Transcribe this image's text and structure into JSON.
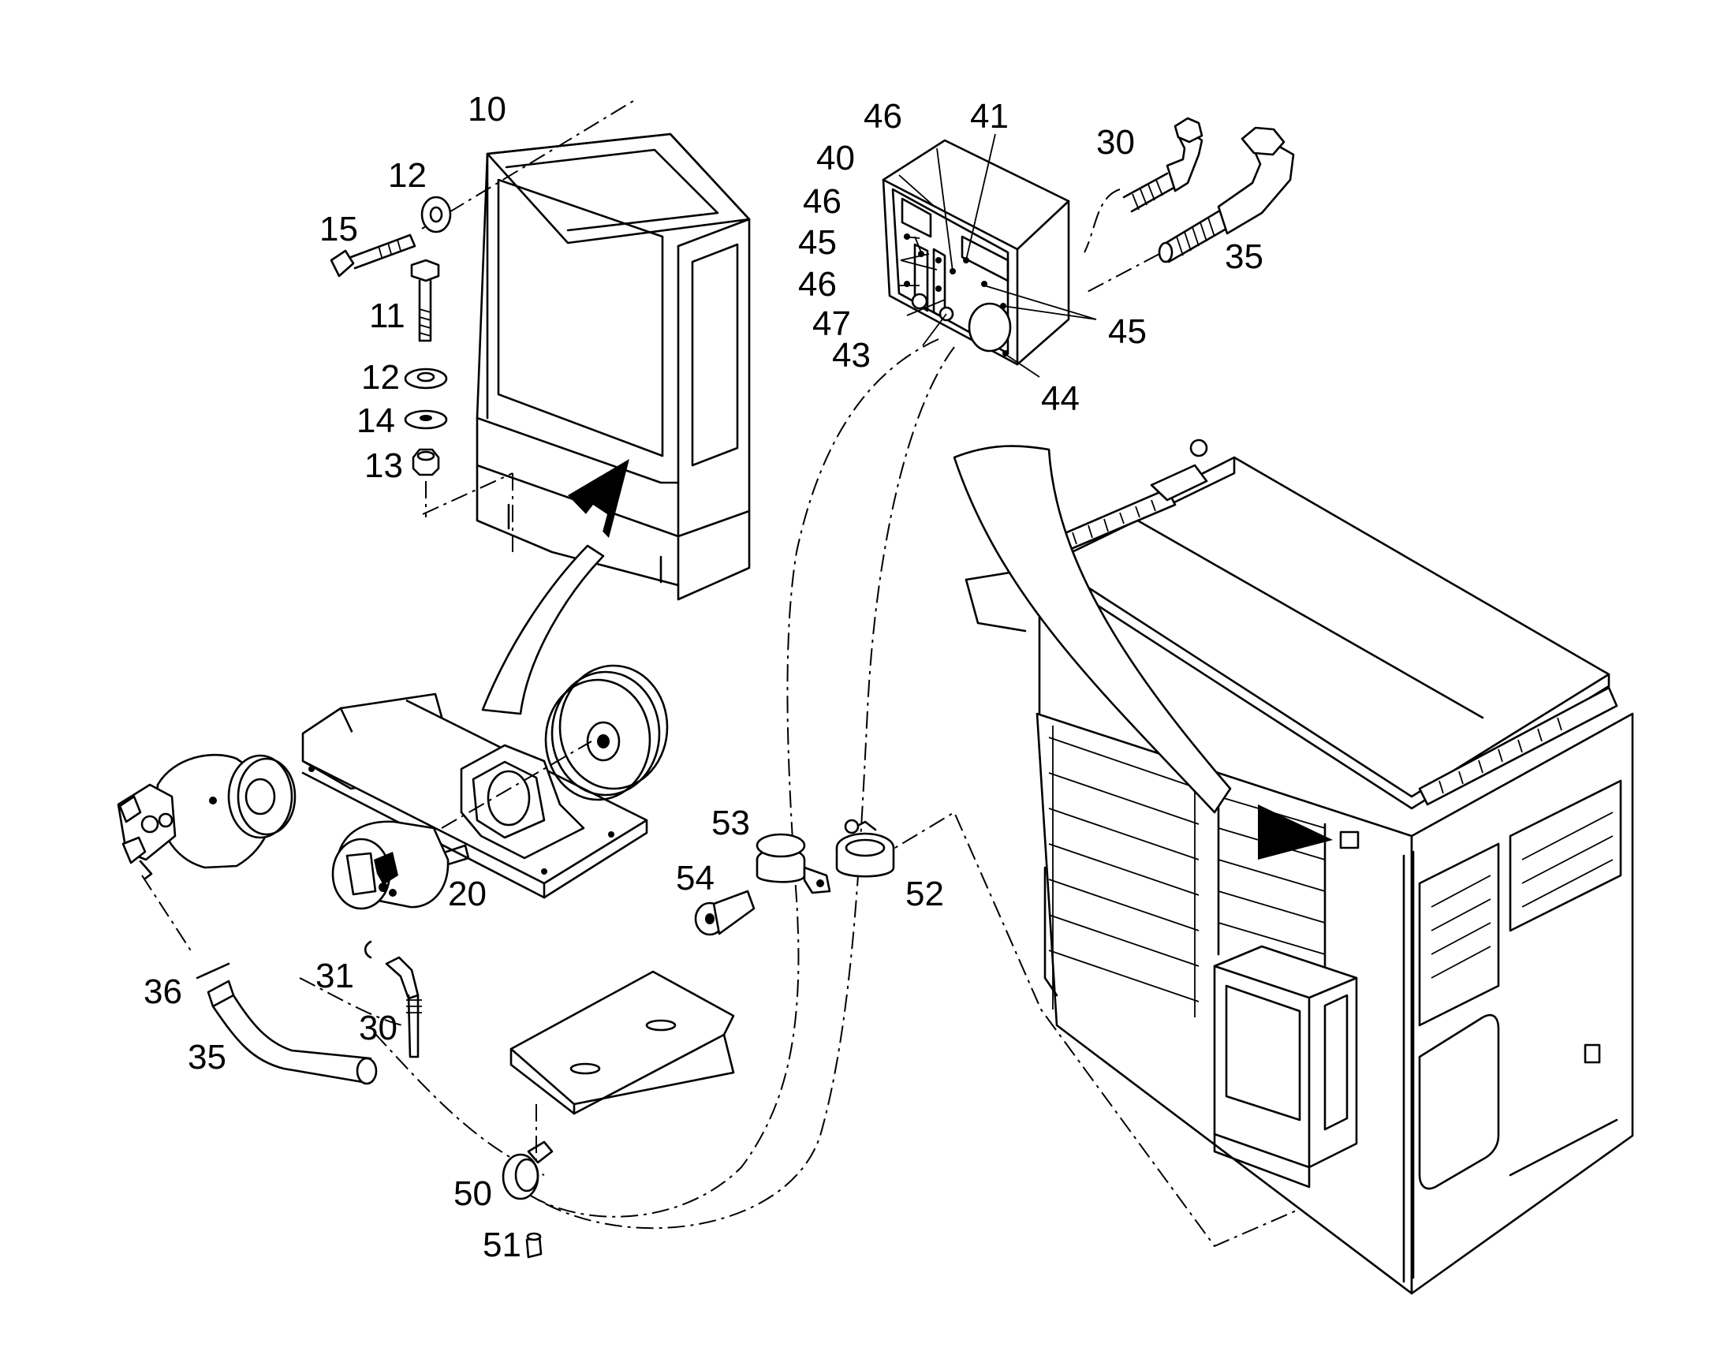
{
  "diagram": {
    "labels": {
      "l10": "10",
      "l12a": "12",
      "l15": "15",
      "l11": "11",
      "l12b": "12",
      "l14": "14",
      "l13": "13",
      "l46a": "46",
      "l41": "41",
      "l40": "40",
      "l46b": "46",
      "l45a": "45",
      "l46c": "46",
      "l47": "47",
      "l43": "43",
      "l44": "44",
      "l45b": "45",
      "l30a": "30",
      "l35a": "35",
      "l20": "20",
      "l53": "53",
      "l54": "54",
      "l52": "52",
      "l36": "36",
      "l31": "31",
      "l30b": "30",
      "l35b": "35",
      "l50": "50",
      "l51": "51"
    }
  }
}
